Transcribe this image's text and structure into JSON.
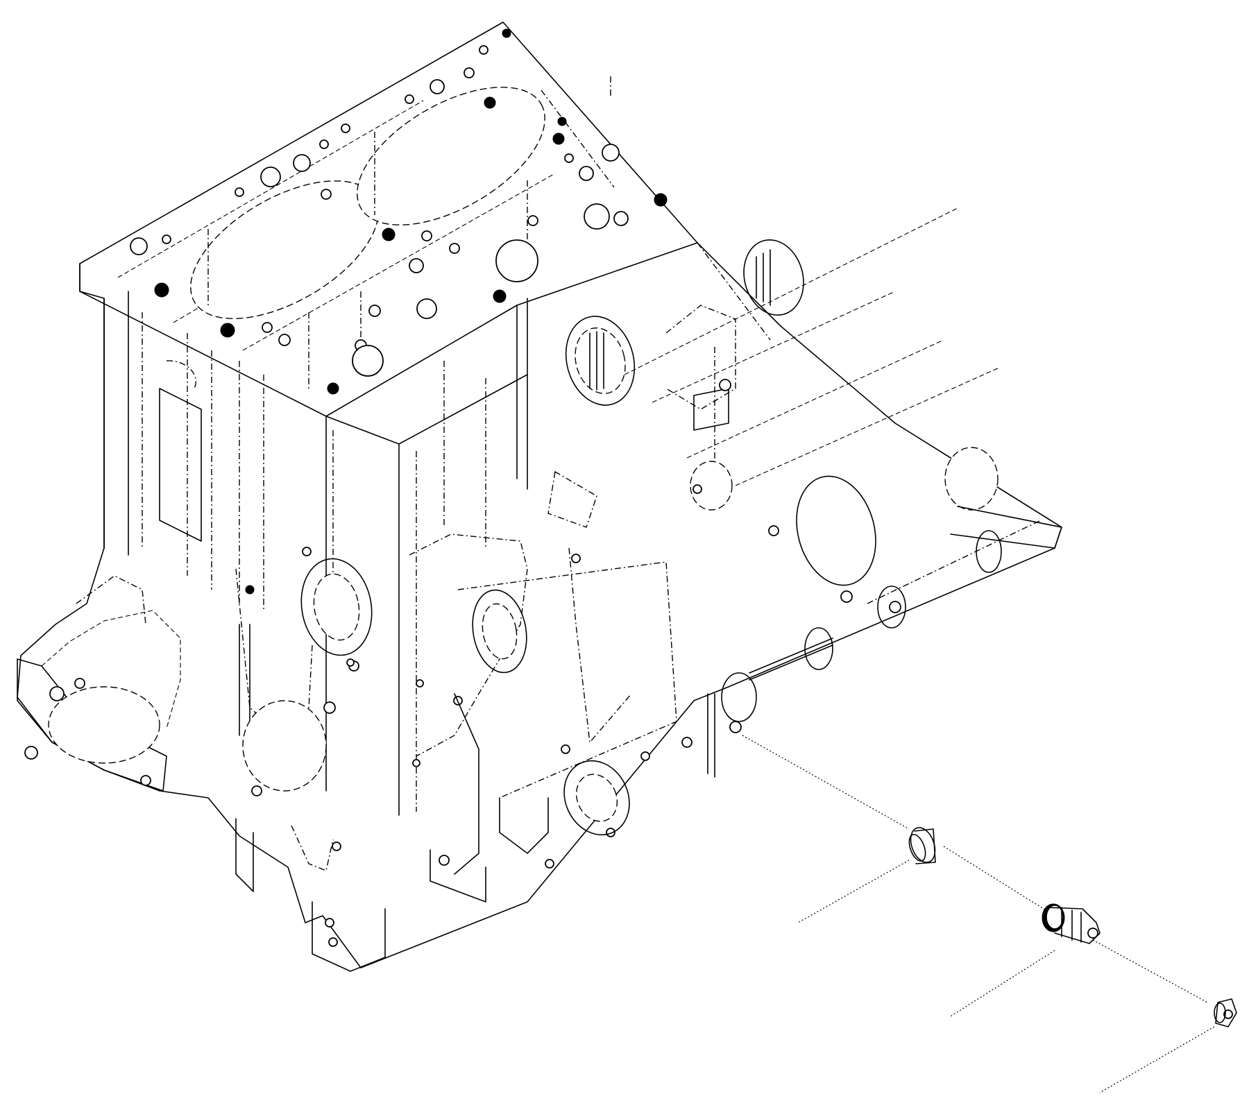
{
  "diagram": {
    "components": [
      {
        "name": "cylinder-block",
        "icon": "engine-block-drawing"
      },
      {
        "name": "washer",
        "icon": "washer-drawing"
      },
      {
        "name": "sensor-plug",
        "icon": "threaded-plug-drawing"
      },
      {
        "name": "end-cap",
        "icon": "cap-drawing"
      }
    ],
    "callouts": [
      {
        "label": ""
      },
      {
        "label": ""
      },
      {
        "label": ""
      }
    ],
    "colors": {
      "line": "#000000",
      "background": "#ffffff"
    }
  }
}
